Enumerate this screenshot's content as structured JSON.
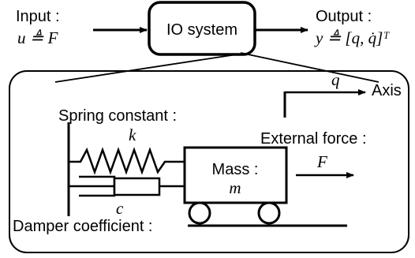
{
  "input": {
    "label": "Input :",
    "formula": "u ≜ F"
  },
  "io_system": {
    "label": "IO system"
  },
  "output": {
    "label": "Output :",
    "formula": "y ≜ [q, q̇]ᵀ"
  },
  "axis": {
    "symbol": "q",
    "label": "Axis"
  },
  "spring": {
    "label": "Spring constant :",
    "symbol": "k"
  },
  "external_force": {
    "label": "External force :",
    "symbol": "F"
  },
  "mass": {
    "label": "Mass :",
    "symbol": "m"
  },
  "damper": {
    "label": "Damper coefficient :",
    "symbol": "c"
  }
}
